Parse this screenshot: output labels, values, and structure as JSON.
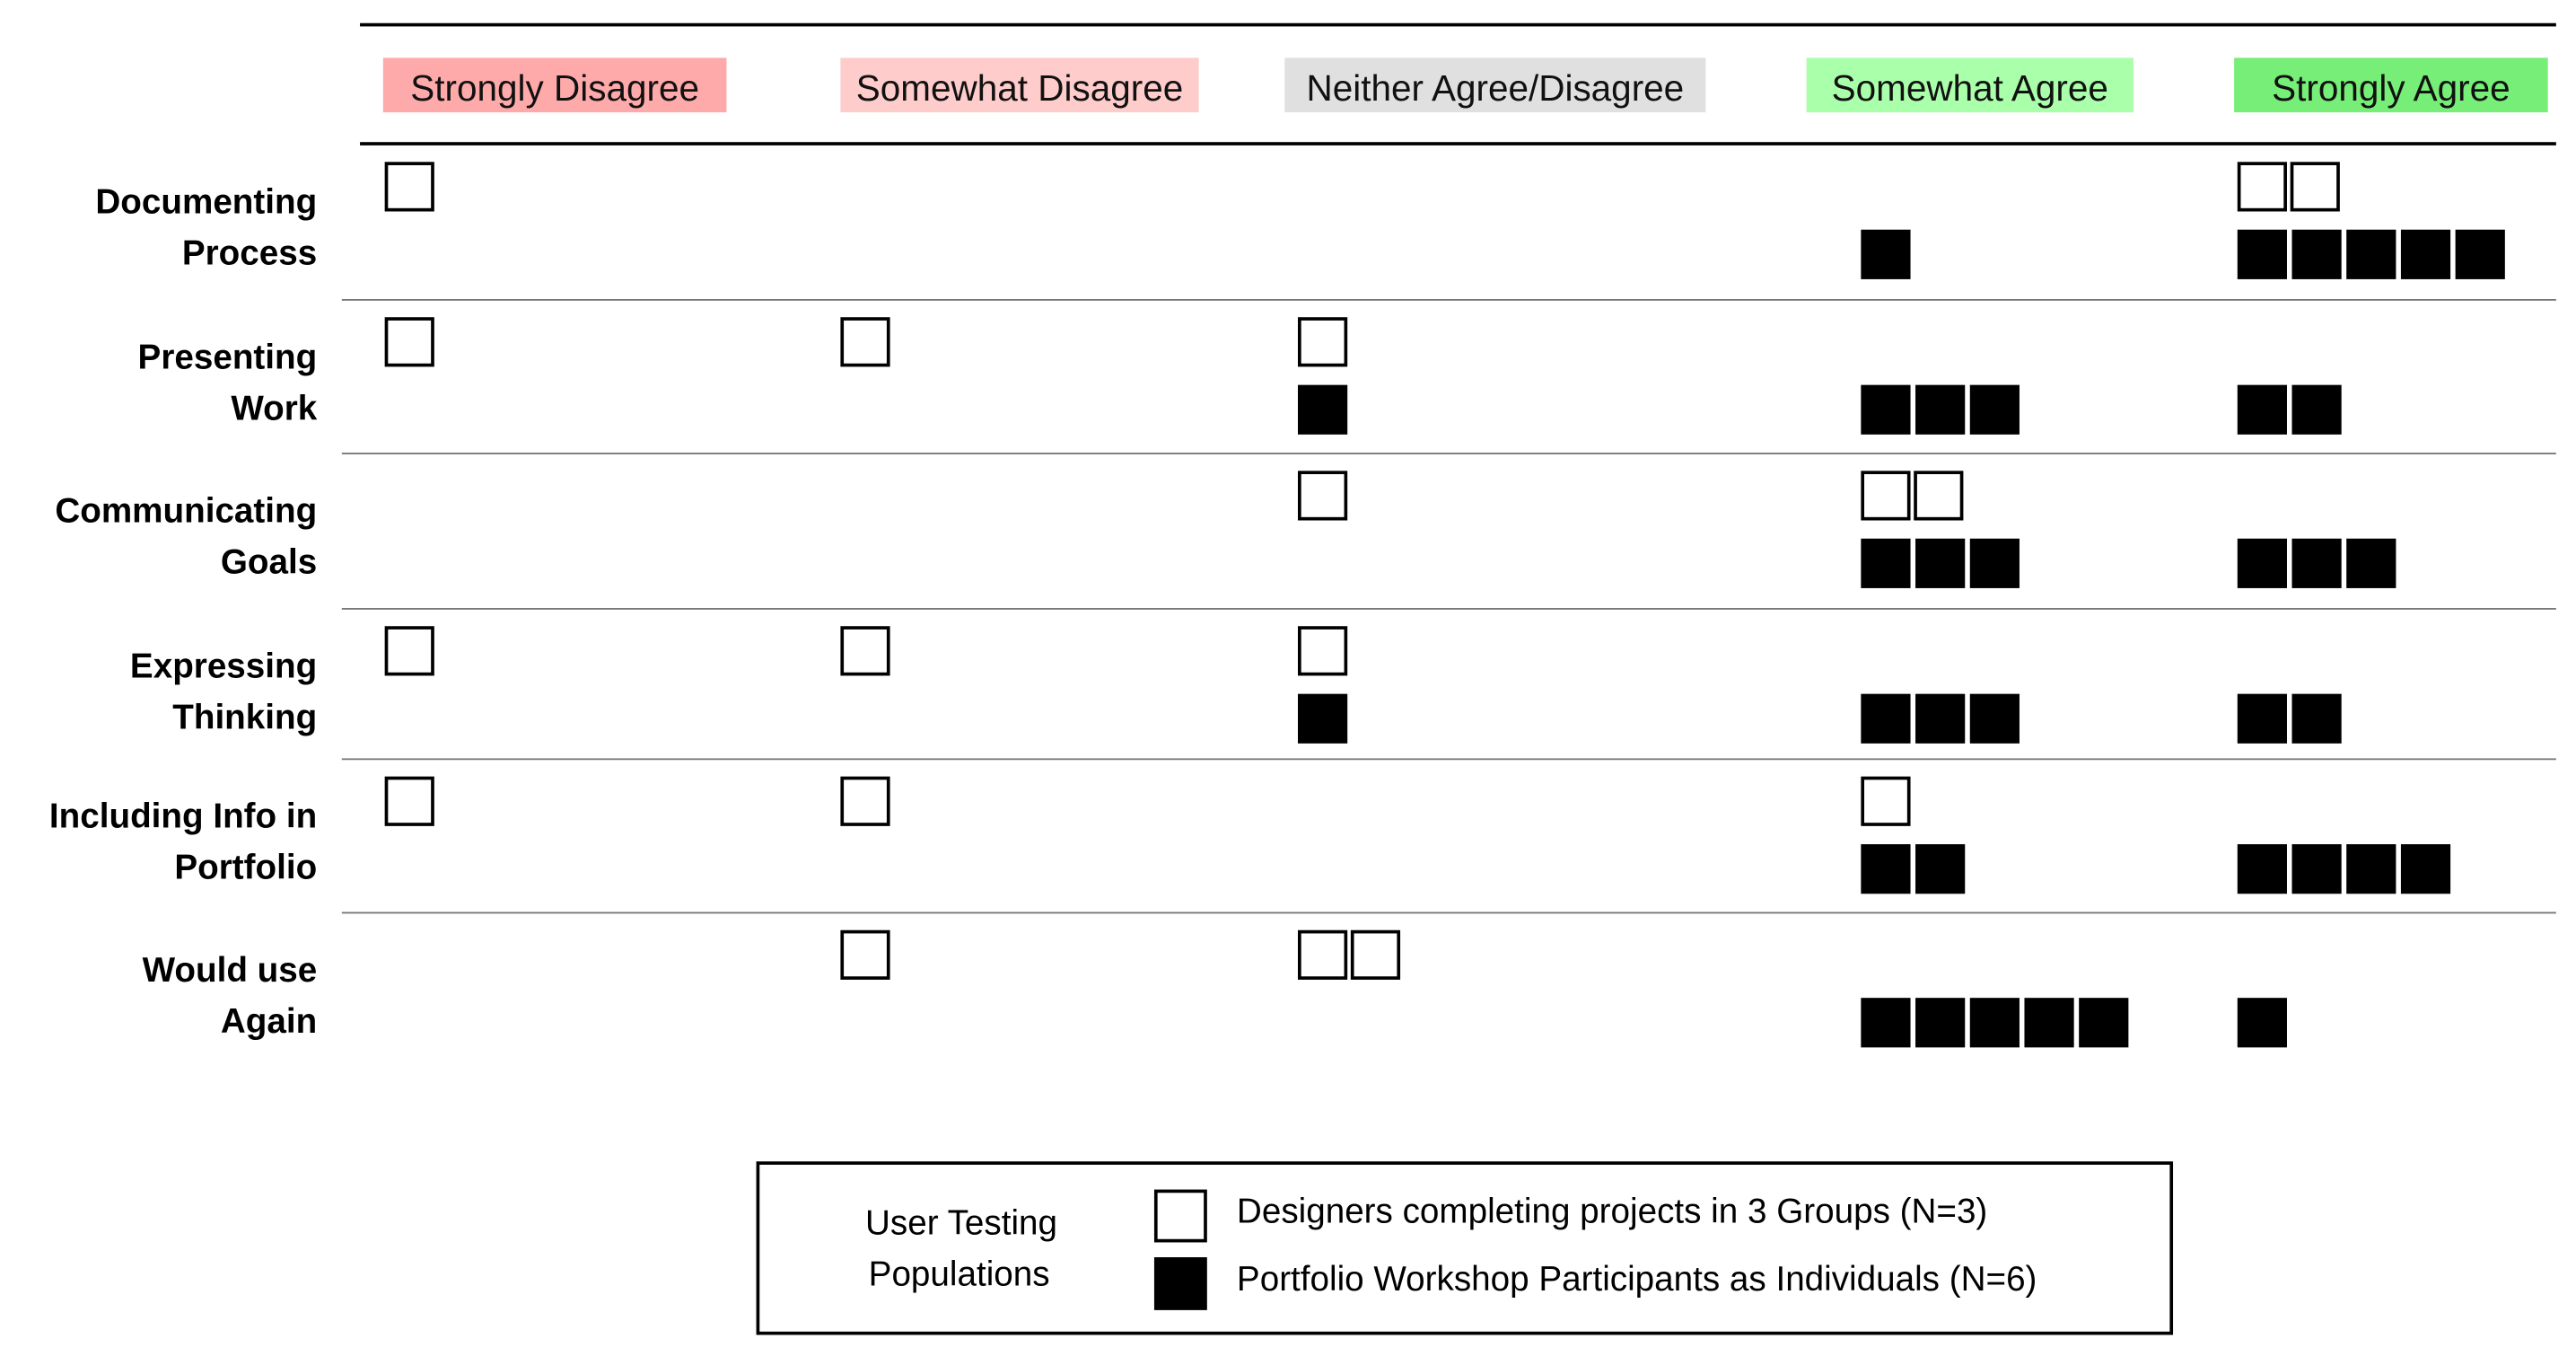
{
  "chart_data": {
    "type": "table",
    "title": "",
    "columns": [
      {
        "label": "Strongly Disagree",
        "color": "#ffaaaa"
      },
      {
        "label": "Somewhat Disagree",
        "color": "#ffcccc"
      },
      {
        "label": "Neither Agree/Disagree",
        "color": "#e0e0e0"
      },
      {
        "label": "Somewhat Agree",
        "color": "#aaffaa"
      },
      {
        "label": "Strongly Agree",
        "color": "#77ee77"
      }
    ],
    "rows": [
      {
        "label_lines": [
          "Documenting",
          "Process"
        ],
        "groups": [
          1,
          0,
          0,
          0,
          2
        ],
        "individuals": [
          0,
          0,
          0,
          1,
          5
        ]
      },
      {
        "label_lines": [
          "Presenting",
          "Work"
        ],
        "groups": [
          1,
          1,
          1,
          0,
          0
        ],
        "individuals": [
          0,
          0,
          1,
          3,
          2
        ]
      },
      {
        "label_lines": [
          "Communicating",
          "Goals"
        ],
        "groups": [
          0,
          0,
          1,
          2,
          0
        ],
        "individuals": [
          0,
          0,
          0,
          3,
          3
        ]
      },
      {
        "label_lines": [
          "Expressing",
          "Thinking"
        ],
        "groups": [
          1,
          1,
          1,
          0,
          0
        ],
        "individuals": [
          0,
          0,
          1,
          3,
          2
        ]
      },
      {
        "label_lines": [
          "Including Info in",
          "Portfolio"
        ],
        "groups": [
          1,
          1,
          0,
          1,
          0
        ],
        "individuals": [
          0,
          0,
          0,
          2,
          4
        ]
      },
      {
        "label_lines": [
          "Would use",
          "Again"
        ],
        "groups": [
          0,
          1,
          2,
          0,
          0
        ],
        "individuals": [
          0,
          0,
          0,
          5,
          1
        ]
      }
    ],
    "legend": {
      "title_lines": [
        "User Testing",
        "Populations"
      ],
      "placement": "bottom-center",
      "entries": [
        {
          "marker": "hollow-square",
          "label": "Designers completing projects in 3 Groups (N=3)"
        },
        {
          "marker": "filled-square",
          "label": "Portfolio Workshop Participants as Individuals (N=6)"
        }
      ]
    }
  }
}
